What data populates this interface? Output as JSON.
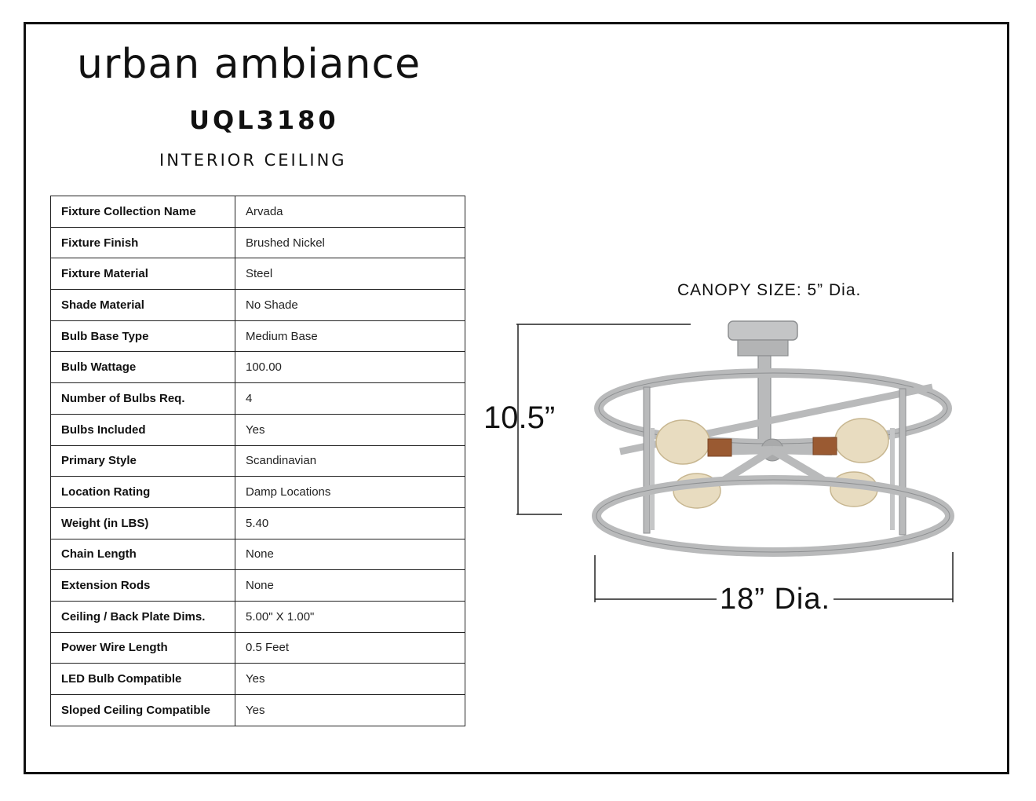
{
  "brand": "urban ambiance",
  "model": "UQL3180",
  "category": "INTERIOR CEILING",
  "specs": [
    {
      "label": "Fixture Collection Name",
      "value": "Arvada"
    },
    {
      "label": "Fixture Finish",
      "value": "Brushed Nickel"
    },
    {
      "label": "Fixture Material",
      "value": "Steel"
    },
    {
      "label": "Shade Material",
      "value": "No Shade"
    },
    {
      "label": "Bulb Base Type",
      "value": "Medium Base"
    },
    {
      "label": "Bulb Wattage",
      "value": "100.00"
    },
    {
      "label": "Number of Bulbs Req.",
      "value": "4"
    },
    {
      "label": "Bulbs Included",
      "value": "Yes"
    },
    {
      "label": "Primary Style",
      "value": "Scandinavian"
    },
    {
      "label": "Location Rating",
      "value": "Damp Locations"
    },
    {
      "label": "Weight (in LBS)",
      "value": "5.40"
    },
    {
      "label": "Chain Length",
      "value": "None"
    },
    {
      "label": "Extension Rods",
      "value": "None"
    },
    {
      "label": "Ceiling / Back Plate Dims.",
      "value": "5.00\" X 1.00\""
    },
    {
      "label": "Power Wire Length",
      "value": "0.5 Feet"
    },
    {
      "label": "LED Bulb Compatible",
      "value": "Yes"
    },
    {
      "label": "Sloped Ceiling Compatible",
      "value": "Yes"
    }
  ],
  "diagram": {
    "canopy_label": "CANOPY SIZE: 5” Dia.",
    "height_label": "10.5”",
    "diameter_label": "18” Dia."
  },
  "colors": {
    "metal": "#b9babb",
    "metal_dark": "#8d8f91",
    "bulb_glass": "#e8dcc0"
  }
}
